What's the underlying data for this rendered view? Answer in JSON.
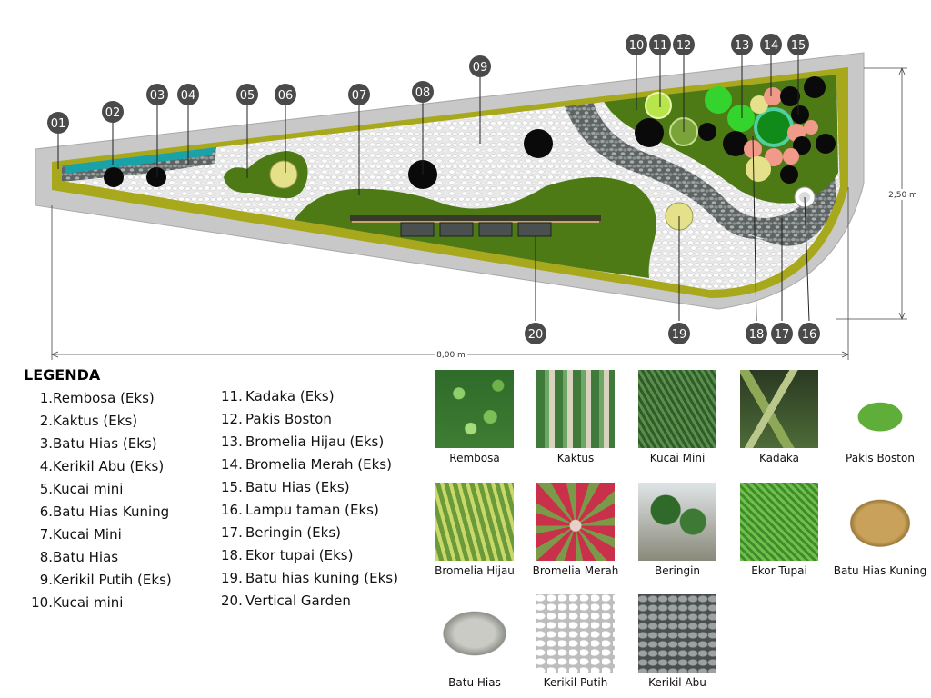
{
  "dimensions": {
    "length": "8,00 m",
    "width": "2,50 m"
  },
  "callouts": [
    "01",
    "02",
    "03",
    "04",
    "05",
    "06",
    "07",
    "08",
    "09",
    "10",
    "11",
    "12",
    "13",
    "14",
    "15",
    "16",
    "17",
    "18",
    "19",
    "20"
  ],
  "legend": {
    "title": "LEGENDA",
    "items": [
      {
        "num": "1.",
        "label": "Rembosa (Eks)"
      },
      {
        "num": "2.",
        "label": "Kaktus (Eks)"
      },
      {
        "num": "3.",
        "label": "Batu Hias  (Eks)"
      },
      {
        "num": "4.",
        "label": "Kerikil Abu (Eks)"
      },
      {
        "num": "5.",
        "label": "Kucai mini"
      },
      {
        "num": "6.",
        "label": "Batu Hias Kuning"
      },
      {
        "num": "7.",
        "label": "Kucai Mini"
      },
      {
        "num": "8.",
        "label": "Batu Hias"
      },
      {
        "num": "9.",
        "label": "Kerikil Putih (Eks)"
      },
      {
        "num": "10.",
        "label": "Kucai mini"
      },
      {
        "num": "11.",
        "label": "Kadaka (Eks)"
      },
      {
        "num": "12.",
        "label": "Pakis Boston"
      },
      {
        "num": "13.",
        "label": "Bromelia Hijau (Eks)"
      },
      {
        "num": "14.",
        "label": "Bromelia Merah (Eks)"
      },
      {
        "num": "15.",
        "label": "Batu Hias (Eks)"
      },
      {
        "num": "16.",
        "label": "Lampu taman (Eks)"
      },
      {
        "num": "17.",
        "label": "Beringin (Eks)"
      },
      {
        "num": "18.",
        "label": "Ekor tupai (Eks)"
      },
      {
        "num": "19.",
        "label": "Batu hias kuning (Eks)"
      },
      {
        "num": "20.",
        "label": "Vertical Garden"
      }
    ]
  },
  "swatches": [
    {
      "label": "Rembosa",
      "icon": "rembosa-photo"
    },
    {
      "label": "Kaktus",
      "icon": "kaktus-photo"
    },
    {
      "label": "Kucai Mini",
      "icon": "kucai-mini-photo"
    },
    {
      "label": "Kadaka",
      "icon": "kadaka-photo"
    },
    {
      "label": "Pakis Boston",
      "icon": "pakis-boston-photo"
    },
    {
      "label": "Bromelia Hijau",
      "icon": "bromelia-hijau-photo"
    },
    {
      "label": "Bromelia Merah",
      "icon": "bromelia-merah-photo"
    },
    {
      "label": "Beringin",
      "icon": "beringin-photo"
    },
    {
      "label": "Ekor Tupai",
      "icon": "ekor-tupai-photo"
    },
    {
      "label": "Batu Hias Kuning",
      "icon": "batu-hias-kuning-photo"
    },
    {
      "label": "Batu Hias",
      "icon": "batu-hias-photo"
    },
    {
      "label": "Kerikil Putih",
      "icon": "kerikil-putih-photo"
    },
    {
      "label": "Kerikil Abu",
      "icon": "kerikil-abu-photo"
    }
  ],
  "colors": {
    "grass": "#4e7a16",
    "border_olive": "#a7a81b",
    "concrete": "#c8c8c8",
    "white_gravel": "#e6e6e6",
    "grey_gravel": "#7d8282",
    "water": "#19a3a8",
    "callout": "#4a4a4a",
    "black_stone": "#0a0a0a",
    "yellow_stone": "#e5e08a",
    "bright_green": "#35d32e",
    "dark_green": "#118a1a",
    "light_lime": "#b8e64a",
    "salmon": "#f29a8a"
  }
}
